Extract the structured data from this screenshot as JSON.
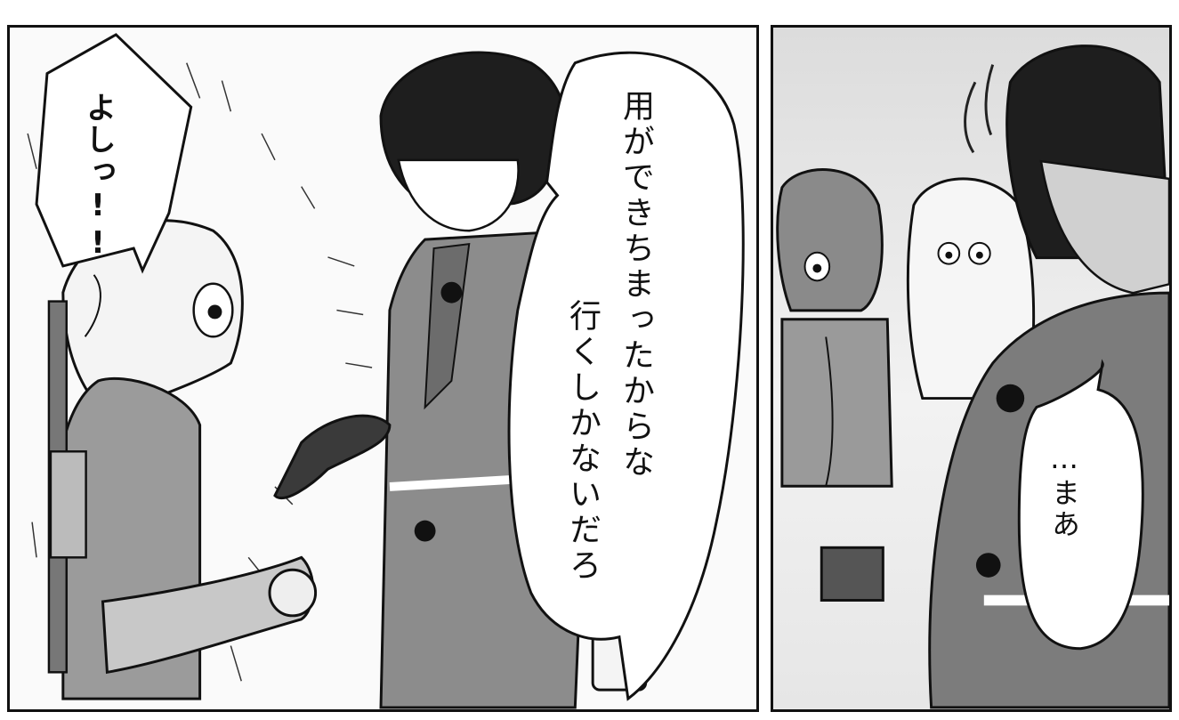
{
  "panels": [
    {
      "id": "left",
      "speech": [
        {
          "text": "よしっ!!"
        },
        {
          "lines": [
            "用ができちまったからな",
            "行くしかないだろ"
          ]
        }
      ]
    },
    {
      "id": "right",
      "speech": [
        {
          "text": "…まあ"
        }
      ]
    }
  ],
  "colors": {
    "ink": "#111111",
    "tone": "#8c8c8c",
    "paper": "#ffffff"
  }
}
